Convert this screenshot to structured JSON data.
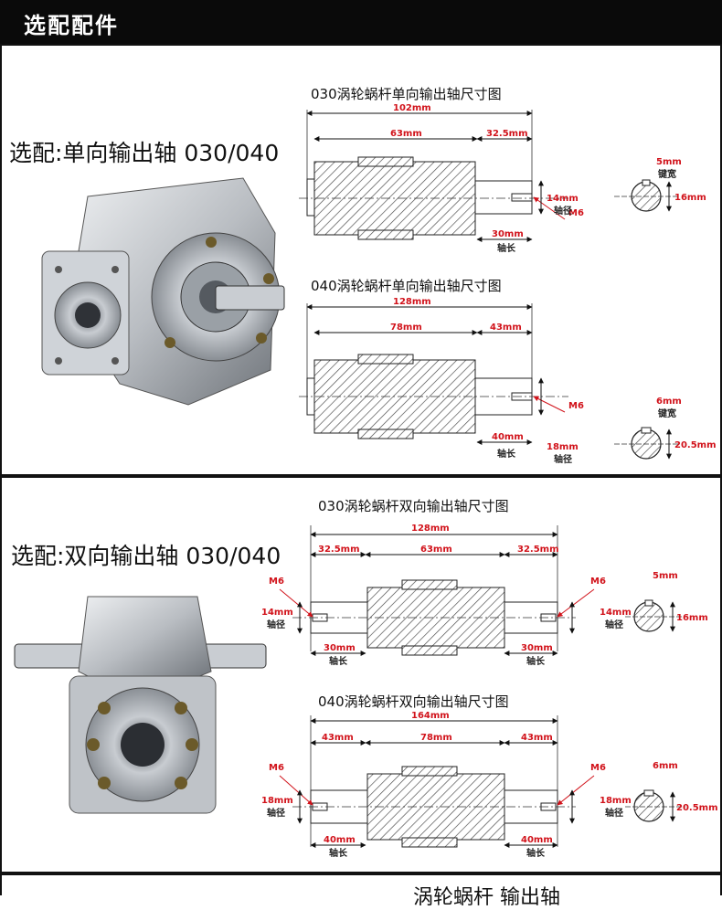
{
  "header": {
    "title": "选配配件"
  },
  "sections": [
    {
      "label": "选配:单向输出轴 030/040",
      "drawings": [
        {
          "title": "030涡轮蜗杆单向输出轴尺寸图",
          "total": "102mm",
          "seg1": "63mm",
          "seg2": "32.5mm",
          "thread": "M6",
          "key_width": "5mm",
          "key_width_label": "键宽",
          "diameter": "14mm",
          "diameter_label": "轴径",
          "length": "30mm",
          "length_label": "轴长",
          "outer": "16mm"
        },
        {
          "title": "040涡轮蜗杆单向输出轴尺寸图",
          "total": "128mm",
          "seg1": "78mm",
          "seg2": "43mm",
          "thread": "M6",
          "key_width": "6mm",
          "key_width_label": "键宽",
          "diameter": "18mm",
          "diameter_label": "轴径",
          "length": "40mm",
          "length_label": "轴长",
          "outer": "20.5mm"
        }
      ]
    },
    {
      "label": "选配:双向输出轴 030/040",
      "drawings": [
        {
          "title": "030涡轮蜗杆双向输出轴尺寸图",
          "total": "128mm",
          "seg_left": "32.5mm",
          "seg_mid": "63mm",
          "seg_right": "32.5mm",
          "thread": "M6",
          "diameter": "14mm",
          "diameter_label": "轴径",
          "length": "30mm",
          "length_label": "轴长",
          "key_width": "5mm",
          "outer": "16mm"
        },
        {
          "title": "040涡轮蜗杆双向输出轴尺寸图",
          "total": "164mm",
          "seg_left": "43mm",
          "seg_mid": "78mm",
          "seg_right": "43mm",
          "thread": "M6",
          "diameter": "18mm",
          "diameter_label": "轴径",
          "length": "40mm",
          "length_label": "轴长",
          "key_width": "6mm",
          "outer": "20.5mm"
        }
      ]
    }
  ],
  "footer_partial_text": "涡轮蜗杆 输出轴"
}
